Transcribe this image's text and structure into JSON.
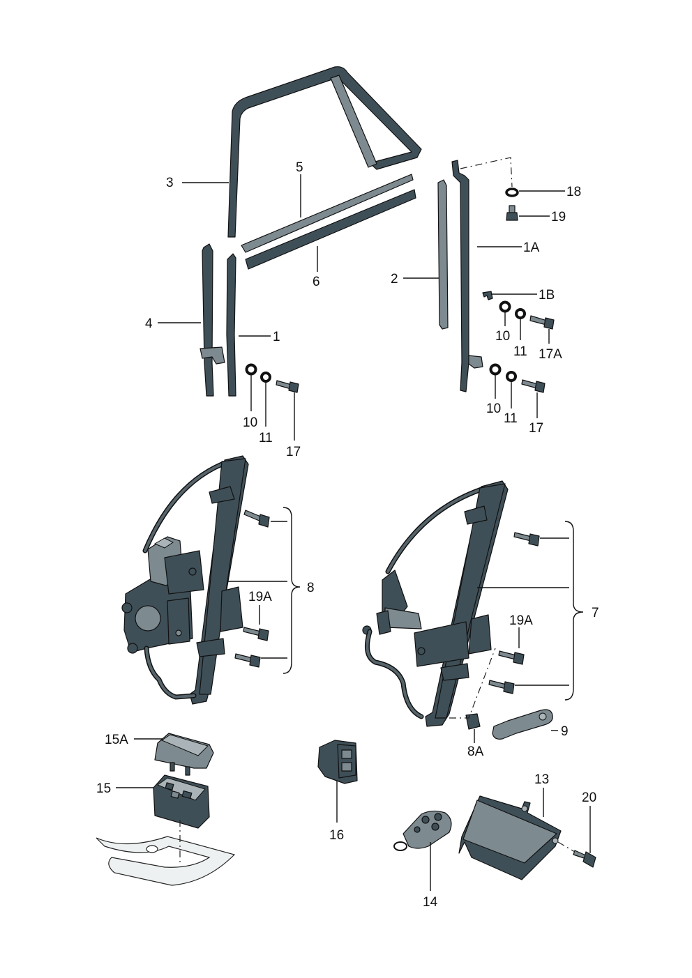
{
  "diagram": {
    "labels": {
      "l1": "1",
      "l1A": "1A",
      "l1B": "1B",
      "l2": "2",
      "l3": "3",
      "l4": "4",
      "l5": "5",
      "l6": "6",
      "l7": "7",
      "l8": "8",
      "l8A": "8A",
      "l9": "9",
      "l10a": "10",
      "l10b": "10",
      "l10c": "10",
      "l11a": "11",
      "l11b": "11",
      "l11c": "11",
      "l13": "13",
      "l14": "14",
      "l15": "15",
      "l15A": "15A",
      "l16": "16",
      "l17a": "17",
      "l17b": "17",
      "l17A": "17A",
      "l18": "18",
      "l19": "19",
      "l19Aa": "19A",
      "l19Ab": "19A",
      "l20": "20"
    },
    "colors": {
      "part_dark": "#3f4f57",
      "part_light": "#7d8a90",
      "outline": "#111111"
    }
  }
}
